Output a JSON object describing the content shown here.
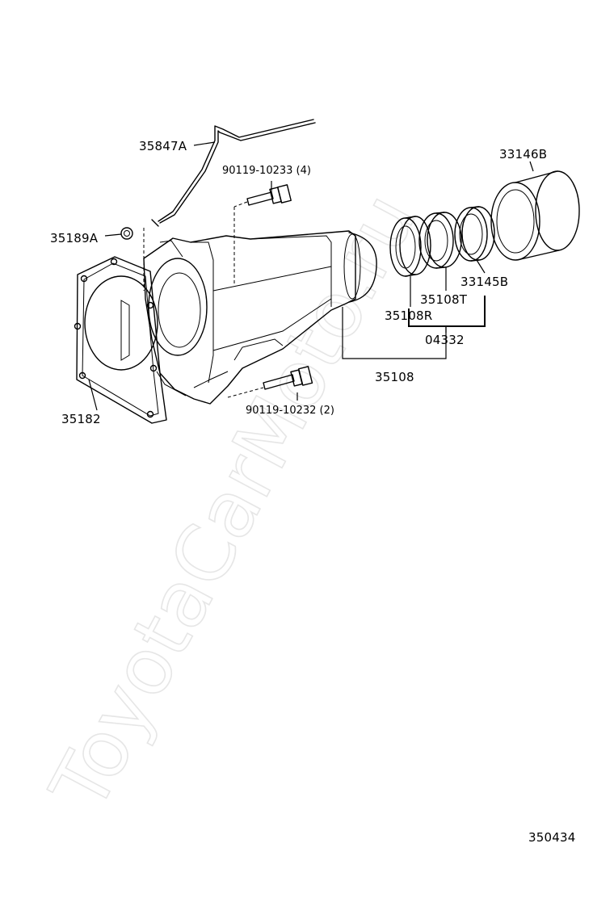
{
  "watermark": "ToyotaCarMoto.ru",
  "diagram_code": "350434",
  "parts": {
    "oil_filler_tube": "35847A",
    "bolt_upper": "90119-10233 (4)",
    "plug": "35189A",
    "gasket": "35182",
    "bolt_lower": "90119-10232 (2)",
    "extension_housing": "35108",
    "bushing": "33146B",
    "seal": "33145B",
    "part_35108T": "35108T",
    "part_35108R": "35108R",
    "kit": "04332"
  }
}
